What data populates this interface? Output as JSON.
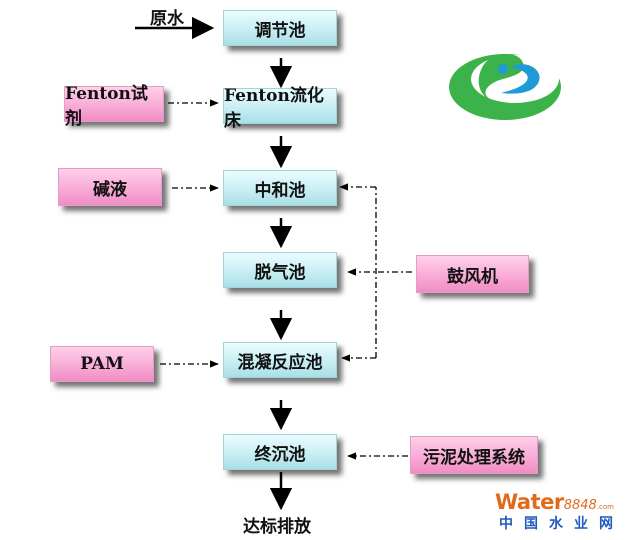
{
  "raw_water_label": "原水",
  "process_boxes": [
    "调节池",
    "Fenton流化床",
    "中和池",
    "脱气池",
    "混凝反应池",
    "终沉池"
  ],
  "input_boxes": {
    "fenton_reagent": "Fenton试剂",
    "alkali": "碱液",
    "pam": "PAM",
    "blower": "鼓风机",
    "sludge_system": "污泥处理系统"
  },
  "output_label": "达标排放",
  "watermark": {
    "brand_prefix": "Water",
    "brand_number": "8848",
    "brand_suffix": ".com",
    "site_name": "中国水业网"
  },
  "colors": {
    "process_fill": "#c8eef3",
    "input_fill": "#f8a8d4",
    "logo_green": "#3bb34a",
    "logo_blue": "#1f9ad6"
  }
}
